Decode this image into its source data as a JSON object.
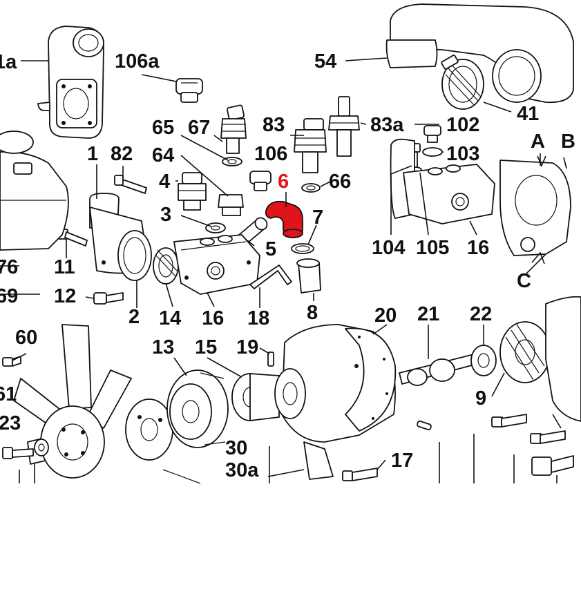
{
  "diagram": {
    "highlight_color": "#e0141b",
    "highlighted_part": "6",
    "labels": {
      "l1a": "1a",
      "l106a": "106a",
      "l54": "54",
      "l41": "41",
      "l65": "65",
      "l67": "67",
      "l83": "83",
      "l83a": "83a",
      "l102": "102",
      "l103": "103",
      "lA": "A",
      "lB": "B",
      "l1": "1",
      "l82": "82",
      "l64": "64",
      "l106": "106",
      "l6": "6",
      "l66": "66",
      "l4": "4",
      "l3": "3",
      "l7": "7",
      "l5": "5",
      "l104": "104",
      "l105": "105",
      "l16r": "16",
      "l76": "76",
      "l11": "11",
      "lC": "C",
      "l69": "69",
      "l12": "12",
      "l2": "2",
      "l14": "14",
      "l16": "16",
      "l18": "18",
      "l8": "8",
      "l20": "20",
      "l21": "21",
      "l22": "22",
      "l60": "60",
      "l13": "13",
      "l15": "15",
      "l19": "19",
      "l9": "9",
      "l61": "61",
      "l23": "23",
      "l30": "30",
      "l30a": "30a",
      "l17": "17"
    }
  }
}
